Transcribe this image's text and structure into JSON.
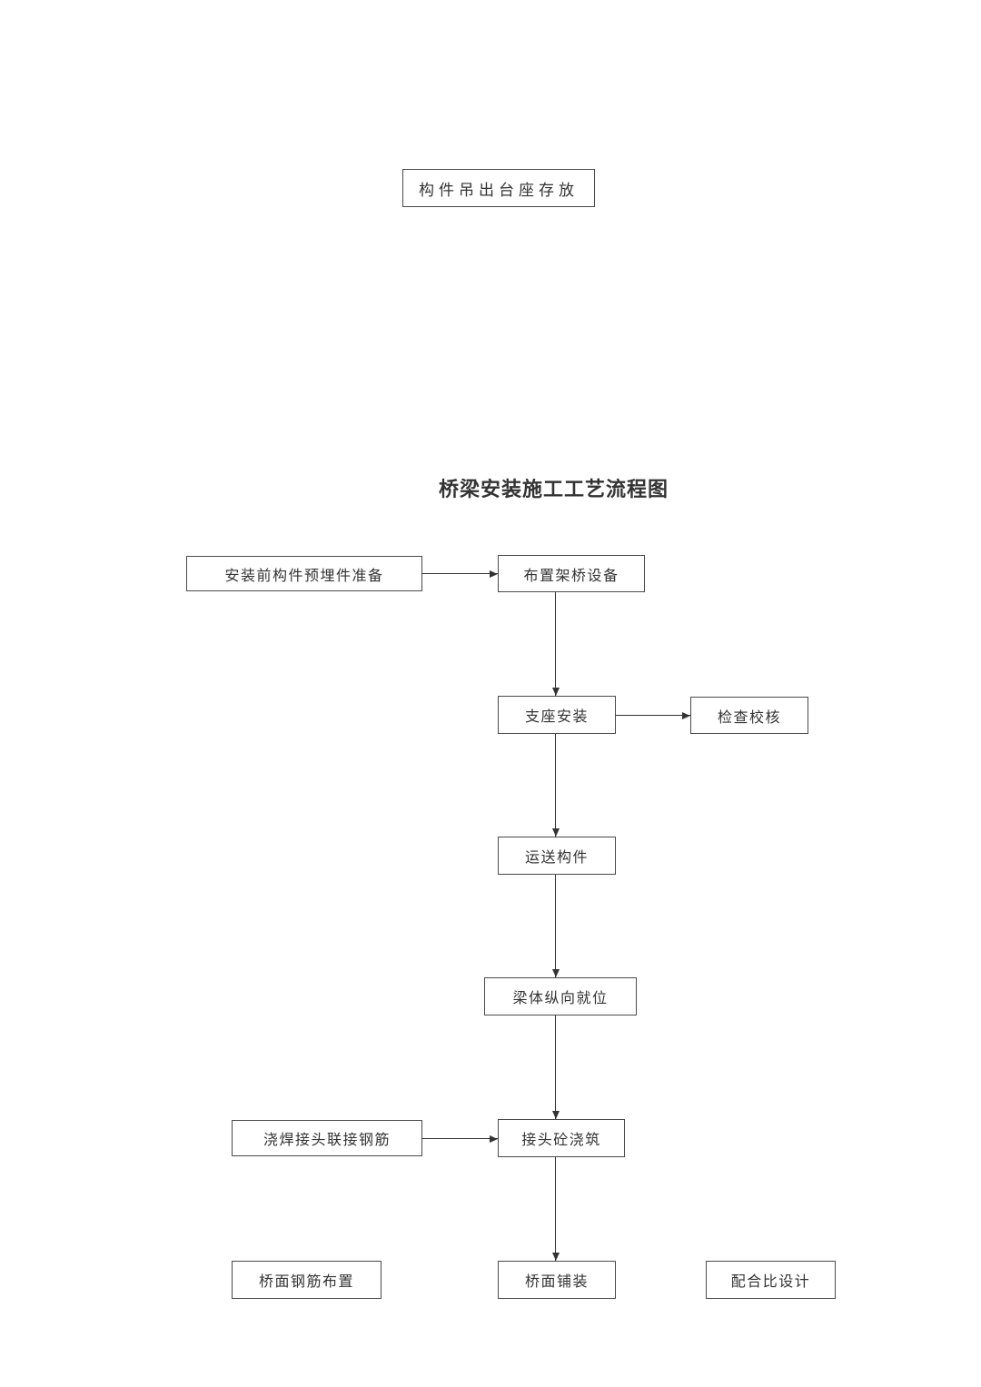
{
  "document": {
    "top_box": "构件吊出台座存放",
    "title": "桥梁安装施工工艺流程图"
  },
  "flowchart": {
    "nodes": {
      "prep": "安装前构件预埋件准备",
      "arrange": "布置架桥设备",
      "support_install": "支座安装",
      "check": "检查校核",
      "transport": "运送构件",
      "longitudinal_position": "梁体纵向就位",
      "weld_rebar": "浇焊接头联接钢筋",
      "joint_concrete": "接头砼浇筑",
      "deck_rebar": "桥面钢筋布置",
      "deck_paving": "桥面铺装",
      "mix_design": "配合比设计"
    }
  }
}
